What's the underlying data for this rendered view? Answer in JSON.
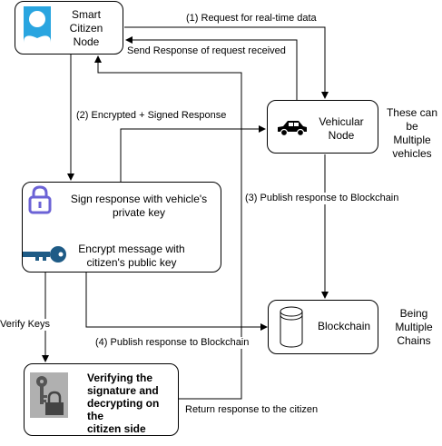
{
  "nodes": {
    "smart_citizen": {
      "line1": "Smart",
      "line2": "Citizen",
      "line3": "Node"
    },
    "vehicular": {
      "line1": "Vehicular",
      "line2": "Node"
    },
    "sign_box": {
      "sign_line1": "Sign response with vehicle's",
      "sign_line2": "private key",
      "encrypt_line1": "Encrypt message with",
      "encrypt_line2": "citizen's public key"
    },
    "blockchain": {
      "label": "Blockchain"
    },
    "verify_box": {
      "line1": "Verifying the",
      "line2": "signature and",
      "line3": "decrypting on",
      "line4": "the",
      "line5": "citizen side"
    }
  },
  "edges": {
    "request": "(1) Request for real-time data",
    "send_response": "Send Response of request received",
    "encrypted_signed": "(2) Encrypted + Signed Response",
    "publish3": "(3) Publish response to Blockchain",
    "publish4": "(4) Publish response to Blockchain",
    "verify_keys": "Verify Keys",
    "return_response": "Return response to the citizen"
  },
  "notes": {
    "vehicles": [
      "These can",
      "be",
      "Multiple",
      "vehicles"
    ],
    "chains": [
      "Being",
      "Multiple",
      "Chains"
    ]
  },
  "colors": {
    "citizen_icon": "#29a5e0",
    "lock_icon": "#6c63d6",
    "key_icon": "#1e5b86",
    "vault_bg": "#b0b0b0"
  }
}
